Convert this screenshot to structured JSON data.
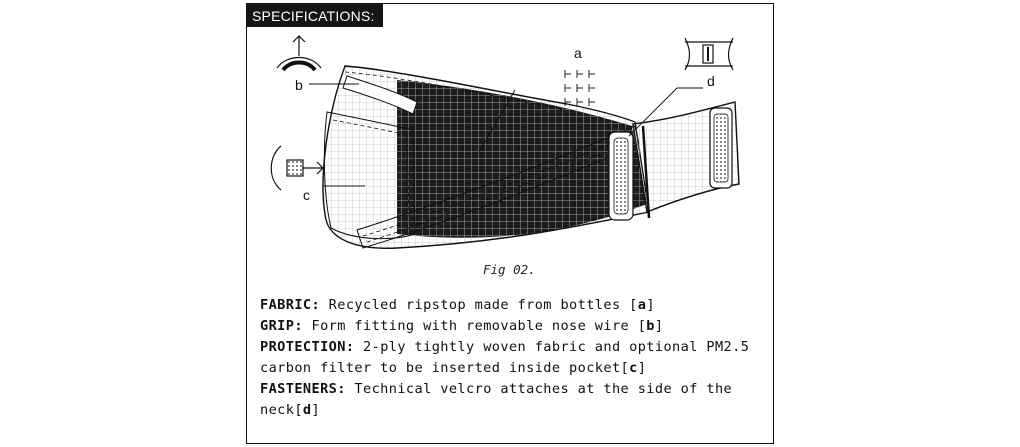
{
  "header": {
    "label": "SPECIFICATIONS:"
  },
  "figure": {
    "caption": "Fig 02.",
    "callouts": {
      "a": "a",
      "b": "b",
      "c": "c",
      "d": "d"
    }
  },
  "specs": [
    {
      "key": "FABRIC:",
      "text_pre": " Recycled ripstop made from bottles [",
      "ref": "a",
      "text_post": "]"
    },
    {
      "key": "GRIP:",
      "text_pre": " Form fitting with removable nose wire [",
      "ref": "b",
      "text_post": "]"
    },
    {
      "key": "PROTECTION:",
      "text_pre": " 2-ply tightly woven fabric and optional PM2.5 carbon filter to be inserted inside pocket[",
      "ref": "c",
      "text_post": "]"
    },
    {
      "key": "FASTENERS:",
      "text_pre": " Technical velcro attaches at the side of the neck[",
      "ref": "d",
      "text_post": "]"
    }
  ]
}
